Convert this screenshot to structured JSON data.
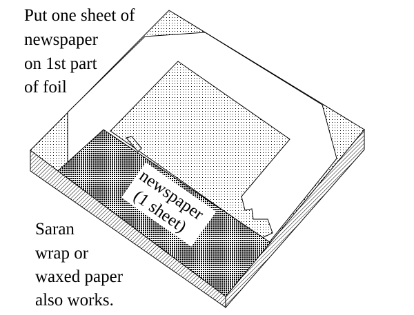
{
  "instruction_label": {
    "lines": [
      "Put one sheet of",
      "newspaper",
      "on 1st part",
      "of foil"
    ]
  },
  "sheet_label": {
    "lines": [
      "newspaper",
      "(1 sheet)"
    ]
  },
  "alternative_label": {
    "lines": [
      "Saran",
      "wrap or",
      "waxed paper",
      "also works."
    ]
  }
}
